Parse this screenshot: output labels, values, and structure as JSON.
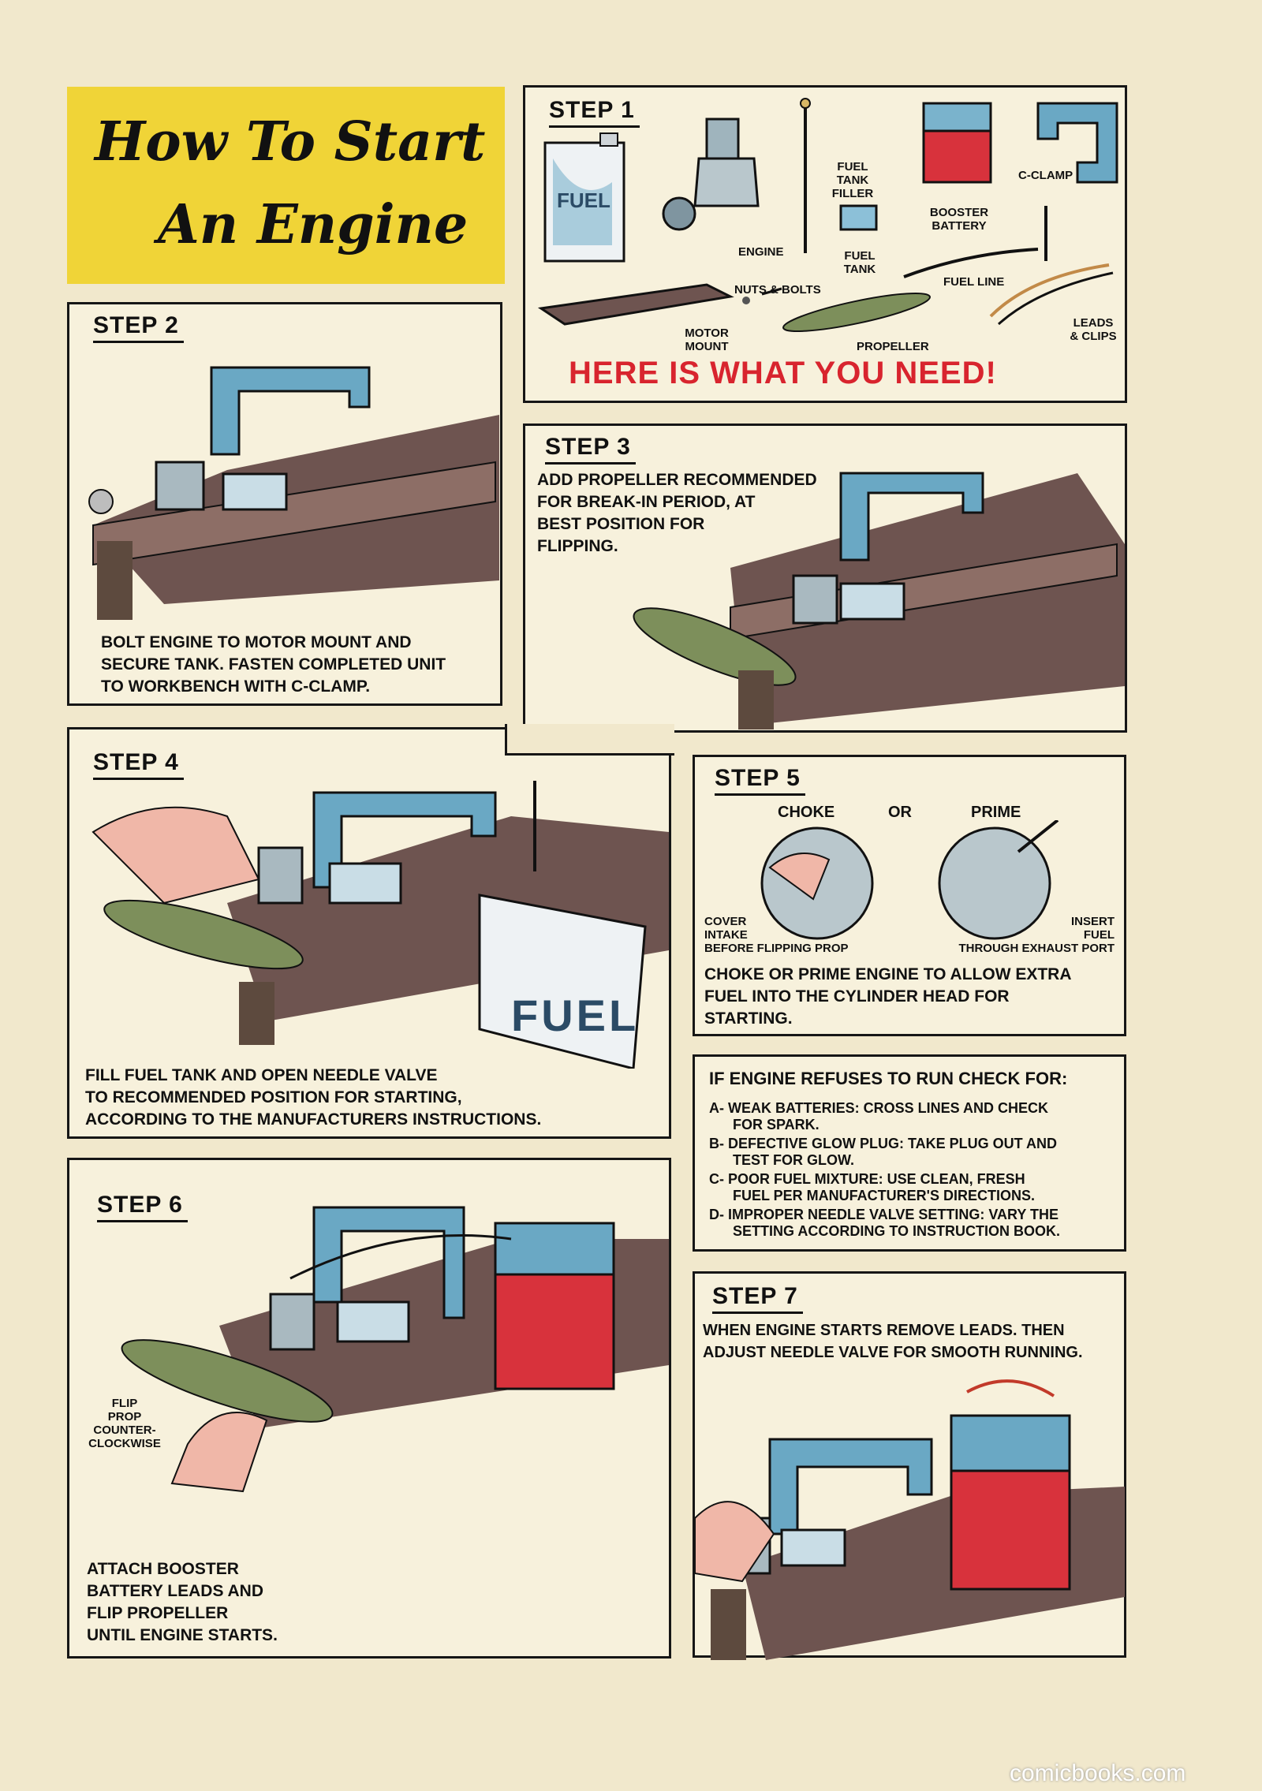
{
  "title": {
    "line1": "How To Start",
    "line2": "An Engine"
  },
  "watermark": "comicbooks.com",
  "step1": {
    "heading": "STEP 1",
    "labels": {
      "fuel_can": "FUEL",
      "engine": "ENGINE",
      "fuel_tank_filler": "FUEL TANK FILLER",
      "fuel_tank": "FUEL TANK",
      "booster_battery": "BOOSTER BATTERY",
      "c_clamp": "C-CLAMP",
      "nuts_bolts": "NUTS & BOLTS",
      "fuel_line": "FUEL LINE",
      "leads_clips": "LEADS & CLIPS",
      "motor_mount": "MOTOR MOUNT",
      "propeller": "PROPELLER"
    },
    "banner": "HERE IS WHAT YOU NEED!"
  },
  "step2": {
    "heading": "STEP 2",
    "caption": [
      "BOLT ENGINE TO MOTOR MOUNT AND",
      "SECURE TANK. FASTEN COMPLETED UNIT",
      "TO WORKBENCH WITH C-CLAMP."
    ]
  },
  "step3": {
    "heading": "STEP 3",
    "caption": [
      "ADD PROPELLER RECOMMENDED",
      "FOR BREAK-IN PERIOD, AT",
      "BEST POSITION FOR",
      "FLIPPING."
    ]
  },
  "step4": {
    "heading": "STEP 4",
    "fuel_can": "FUEL",
    "caption": [
      "FILL FUEL TANK AND OPEN NEEDLE VALVE",
      "TO RECOMMENDED POSITION FOR STARTING,",
      "ACCORDING TO THE MANUFACTURERS INSTRUCTIONS."
    ]
  },
  "step5": {
    "heading": "STEP 5",
    "choke": "CHOKE",
    "or": "OR",
    "prime": "PRIME",
    "left_note": [
      "COVER",
      "INTAKE",
      "BEFORE FLIPPING PROP"
    ],
    "right_note": [
      "INSERT",
      "FUEL",
      "THROUGH EXHAUST PORT"
    ],
    "caption": [
      "CHOKE OR PRIME ENGINE TO ALLOW EXTRA",
      "FUEL INTO THE CYLINDER HEAD FOR",
      "STARTING."
    ]
  },
  "troubleshoot": {
    "heading": "IF ENGINE REFUSES TO RUN CHECK FOR:",
    "items": [
      [
        "A- WEAK BATTERIES: CROSS LINES AND CHECK",
        "FOR SPARK."
      ],
      [
        "B- DEFECTIVE GLOW PLUG: TAKE PLUG OUT AND",
        "TEST FOR GLOW."
      ],
      [
        "C- POOR FUEL MIXTURE: USE CLEAN, FRESH",
        "FUEL PER MANUFACTURER'S DIRECTIONS."
      ],
      [
        "D- IMPROPER NEEDLE VALVE SETTING: VARY THE",
        "SETTING ACCORDING TO INSTRUCTION BOOK."
      ]
    ]
  },
  "step6": {
    "heading": "STEP 6",
    "flip_note": [
      "FLIP",
      "PROP",
      "COUNTER-",
      "CLOCKWISE"
    ],
    "caption": [
      "ATTACH BOOSTER",
      "BATTERY LEADS AND",
      "FLIP PROPELLER",
      "UNTIL ENGINE STARTS."
    ]
  },
  "step7": {
    "heading": "STEP 7",
    "caption": [
      "WHEN ENGINE STARTS REMOVE LEADS. THEN",
      "ADJUST NEEDLE VALVE FOR SMOOTH RUNNING."
    ]
  },
  "colors": {
    "title_bg": "#f0d437",
    "clamp": "#6aa8c4",
    "battery_red": "#d8323c",
    "wood": "#6e5450",
    "banner_red": "#d8242e"
  }
}
